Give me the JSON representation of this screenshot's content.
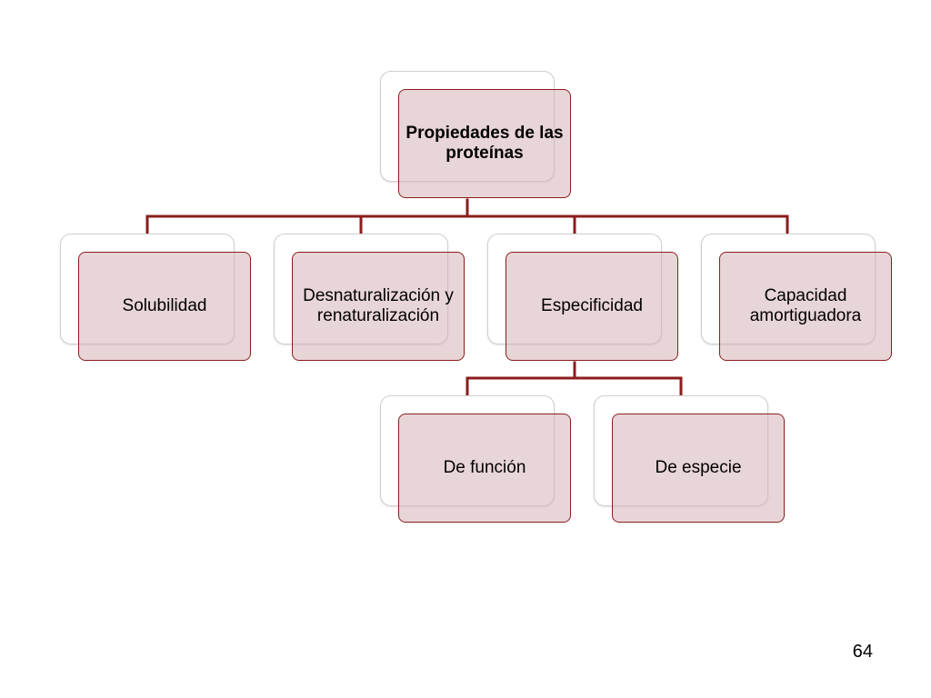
{
  "diagram": {
    "root": {
      "label": "Propiedades de las proteínas"
    },
    "children": [
      {
        "label": "Solubilidad"
      },
      {
        "label": "Desnaturalización y renaturalización"
      },
      {
        "label": "Especificidad",
        "children": [
          {
            "label": "De función"
          },
          {
            "label": "De especie"
          }
        ]
      },
      {
        "label": "Capacidad amortiguadora"
      }
    ]
  },
  "colors": {
    "connector": "#8b1d1d",
    "node_border": "#8b1d1d",
    "node_fill": "#e8d3d5"
  },
  "page_number": "64"
}
